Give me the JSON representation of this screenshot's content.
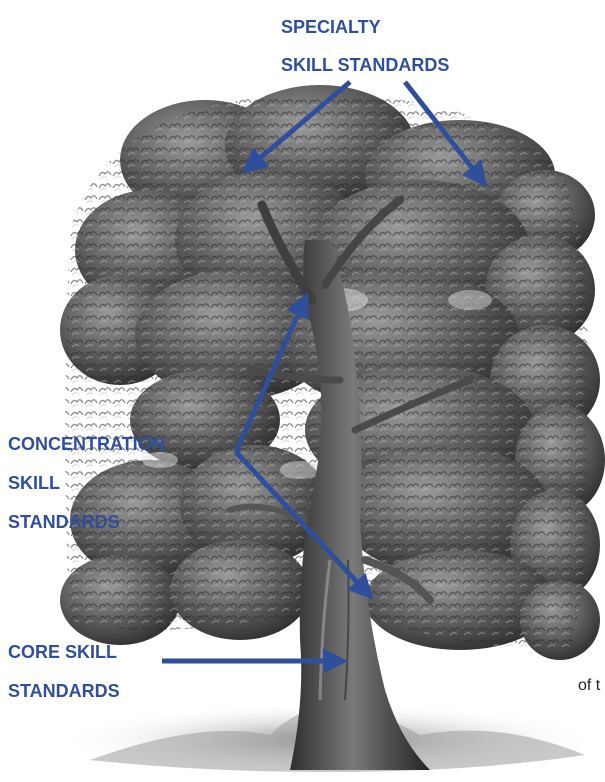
{
  "labels": {
    "specialty": {
      "line1": "SPECIALTY",
      "line2": "SKILL STANDARDS"
    },
    "concentration": {
      "line1": "CONCENTRATION",
      "line2": "SKILL",
      "line3": "STANDARDS"
    },
    "core": {
      "line1": "CORE SKILL",
      "line2": "STANDARDS"
    }
  },
  "stray_text": "of t",
  "colors": {
    "label": "#2f4f9c",
    "arrow": "#2f4f9c",
    "foliage_dark": "#3a3a3a",
    "foliage_mid": "#6b6b6b",
    "foliage_light": "#a8a8a8",
    "trunk": "#4a4a4a"
  }
}
